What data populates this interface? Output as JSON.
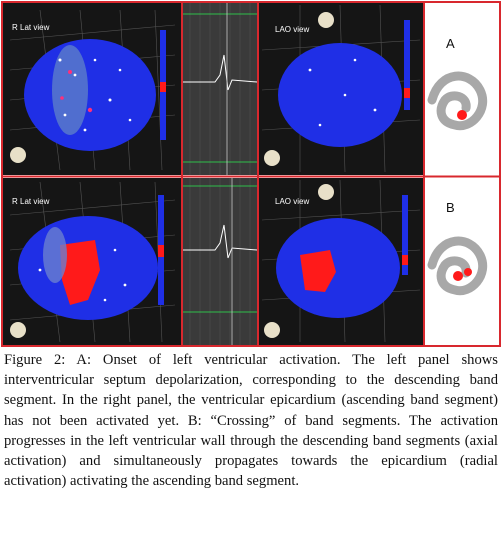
{
  "figure": {
    "panels": [
      {
        "row": "A",
        "left_view": "R Lat view",
        "right_view": "LAO view",
        "label": "A"
      },
      {
        "row": "B",
        "left_view": "R Lat view",
        "right_view": "LAO view",
        "label": "B"
      }
    ]
  },
  "caption": {
    "label": "Figure 2:",
    "text": " A: Onset of left ventricular activation. The left panel shows interventricular septum depolarization, corresponding to the descending band segment. In the right panel, the ventricular epicardium (ascending band segment) has not been activated yet. B: “Crossing” of band segments. The activation progresses in the left ventricular wall through the descending band segments (axial activation) and simultaneously propagates towards the epicardium (radial activation) activating the ascending band segment."
  },
  "colors": {
    "frame": "#d8282e",
    "map": "#1f2fe6",
    "activation": "#ff1a1a",
    "panel_bg": "#111111"
  }
}
